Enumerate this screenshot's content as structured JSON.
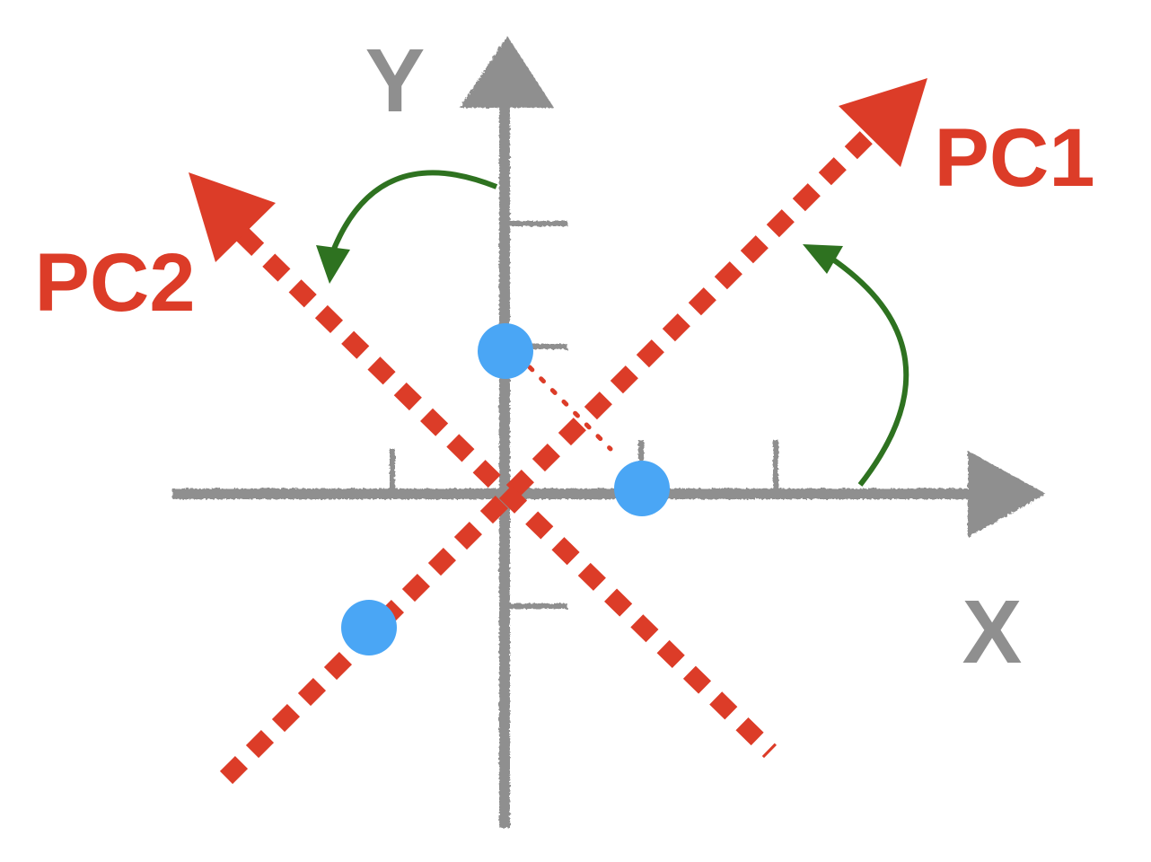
{
  "axes": {
    "x_label": "X",
    "y_label": "Y",
    "axis_color": "#8f8f8f"
  },
  "components": {
    "pc1_label": "PC1",
    "pc2_label": "PC2",
    "pc_color": "#dc3c28"
  },
  "rotation_arrow_color": "#2e7220",
  "point_color": "#4aa6f5",
  "points": [
    {
      "x": 0,
      "y": 1
    },
    {
      "x": 1,
      "y": 0
    },
    {
      "x": -1,
      "y": -1
    }
  ]
}
